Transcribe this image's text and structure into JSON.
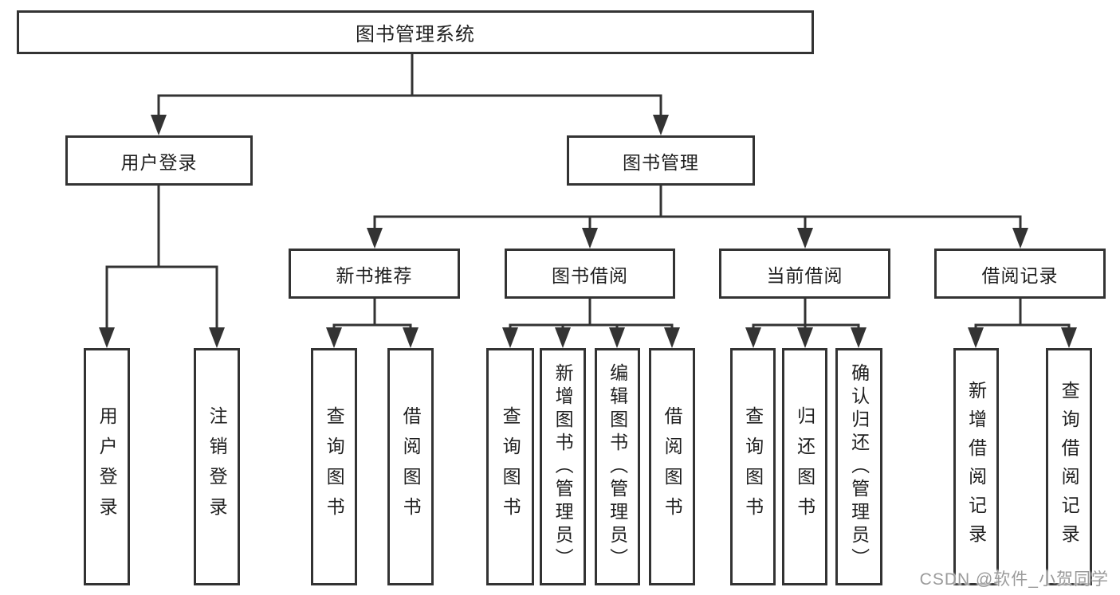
{
  "colors": {
    "line": "#333333",
    "box_border": "#333333",
    "text": "#1f1f1f",
    "background": "#ffffff",
    "watermark": "#9b9b9b"
  },
  "tree": {
    "root": {
      "label": "图书管理系统",
      "children": [
        {
          "label": "用户登录",
          "children": [
            {
              "label": "用户登录"
            },
            {
              "label": "注销登录"
            }
          ]
        },
        {
          "label": "图书管理",
          "children": [
            {
              "label": "新书推荐",
              "children": [
                {
                  "label": "查询图书"
                },
                {
                  "label": "借阅图书"
                }
              ]
            },
            {
              "label": "图书借阅",
              "children": [
                {
                  "label": "查询图书"
                },
                {
                  "label": "新增图书（管理员）"
                },
                {
                  "label": "编辑图书（管理员）"
                },
                {
                  "label": "借阅图书"
                }
              ]
            },
            {
              "label": "当前借阅",
              "children": [
                {
                  "label": "查询图书"
                },
                {
                  "label": "归还图书"
                },
                {
                  "label": "确认归还（管理员）"
                }
              ]
            },
            {
              "label": "借阅记录",
              "children": [
                {
                  "label": "新增借阅记录"
                },
                {
                  "label": "查询借阅记录"
                }
              ]
            }
          ]
        }
      ]
    }
  },
  "watermark": {
    "text": "CSDN @软件_小贺同学"
  }
}
